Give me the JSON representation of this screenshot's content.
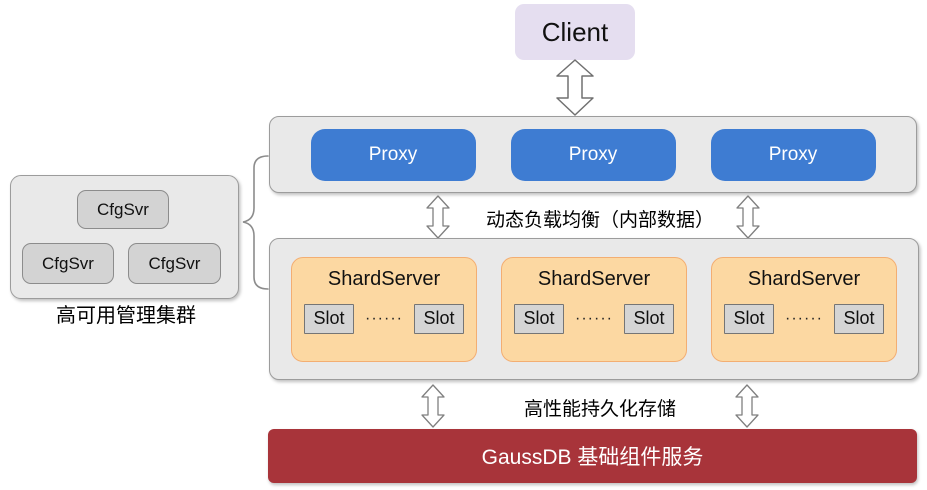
{
  "client": {
    "label": "Client"
  },
  "proxy_layer": {
    "items": [
      {
        "label": "Proxy"
      },
      {
        "label": "Proxy"
      },
      {
        "label": "Proxy"
      }
    ]
  },
  "shard_layer": {
    "items": [
      {
        "title": "ShardServer",
        "slots": [
          "Slot",
          "Slot"
        ],
        "dots": "······"
      },
      {
        "title": "ShardServer",
        "slots": [
          "Slot",
          "Slot"
        ],
        "dots": "······"
      },
      {
        "title": "ShardServer",
        "slots": [
          "Slot",
          "Slot"
        ],
        "dots": "······"
      }
    ]
  },
  "labels": {
    "load_balance": "动态负载均衡（内部数据）",
    "storage": "高性能持久化存储",
    "ha_caption": "高可用管理集群"
  },
  "gaussdb": {
    "label": "GaussDB 基础组件服务"
  },
  "ha_cluster": {
    "nodes": [
      {
        "label": "CfgSvr"
      },
      {
        "label": "CfgSvr"
      },
      {
        "label": "CfgSvr"
      }
    ]
  },
  "colors": {
    "proxy_blue": "#3E7CD2",
    "shard_orange": "#FCD8A2",
    "shard_border": "#F3AE72",
    "slot_gray": "#D5D5D5",
    "container_gray": "#E9E9E9",
    "node_gray": "#D3D3D3",
    "client_purple": "#E5DEF0",
    "gaussdb_red": "#A8343A"
  }
}
